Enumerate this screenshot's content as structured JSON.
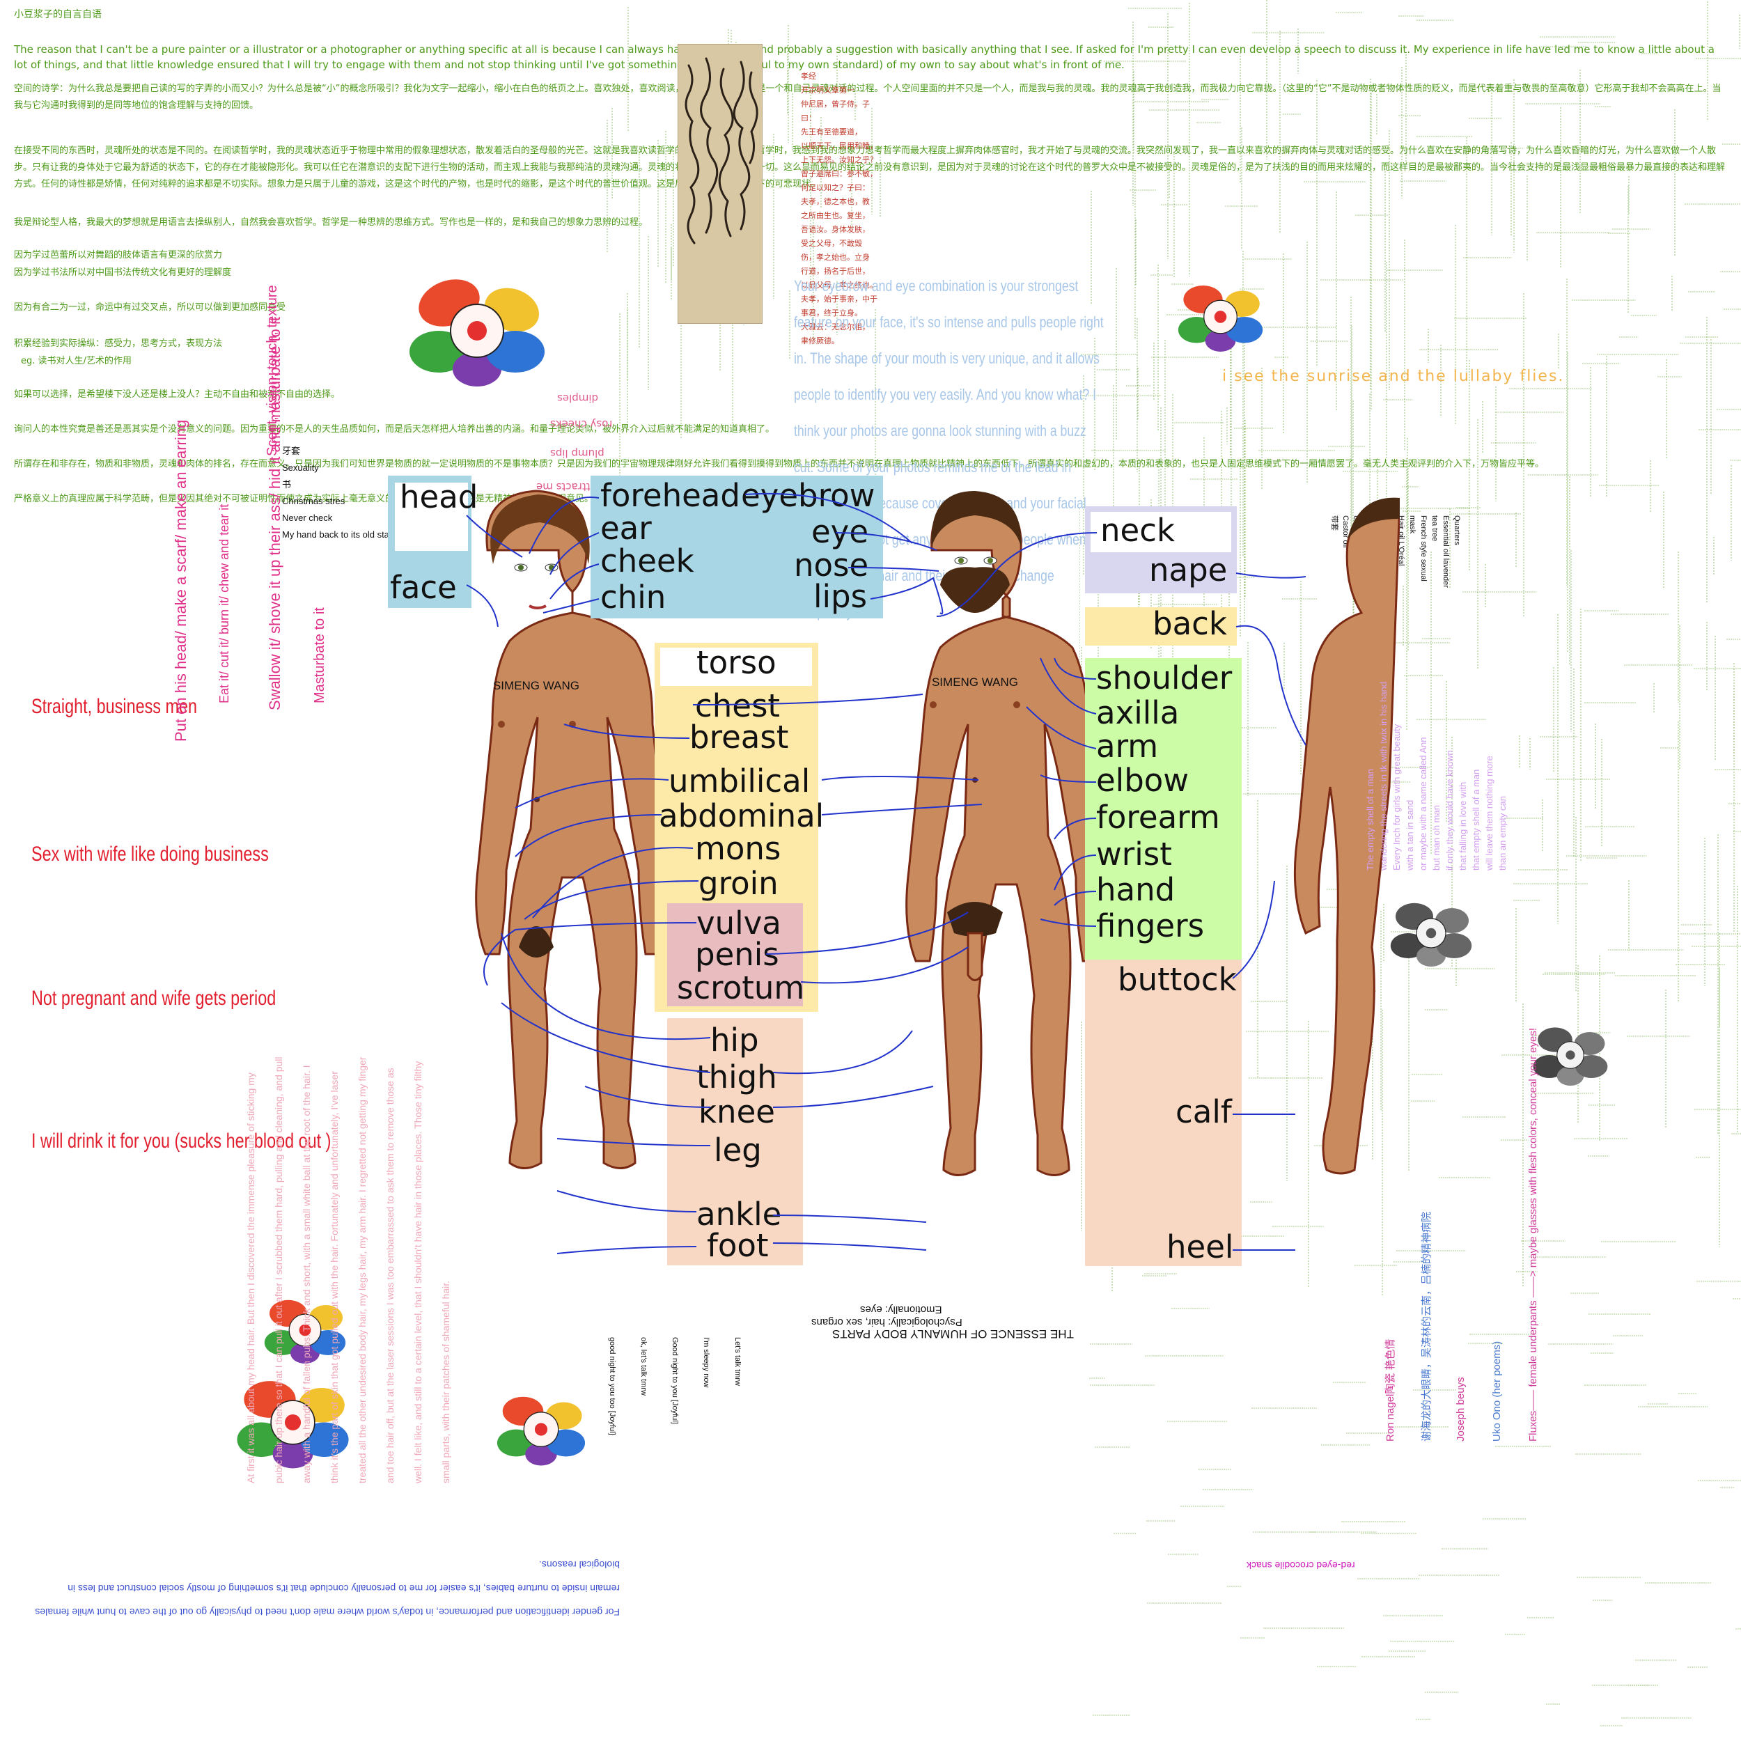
{
  "header": {
    "title": "小豆浆子的自言自语",
    "intro": "The reason that I can't be a pure painter or a illustrator or a photographer or anything specific at all is because I can always have an opinion and probably a suggestion with basically anything that I see. If asked for I'm pretty I can even develop a speech to discuss it. My experience in life have led me to know a little about a lot of things, and that little knowledge ensured that I will try to engage with them and not stop thinking until I've got something (decently useful to my own standard) of my own to say about what's in front of me."
  },
  "essay": {
    "p1": "空间的诗学：为什么我总是要把自己读的写的字弄的小而又小？为什么总是被“小”的概念所吸引？我化为文字一起缩小，缩小在白色的纸页之上。喜欢独处，喜欢阅读，喜欢创作，事实上是一个和自己灵魂对话的过程。个人空间里面的并不只是一个人，而是我与我的灵魂。我的灵魂高于我创造我，而我极力向它靠拢。（这里的“它”不是动物或者物体性质的贬义，而是代表着重与敬畏的至高敬意）它形高于我却不会高高在上。当我与它沟通时我得到的是同等地位的饱含理解与支持的回馈。",
    "p2": "在接受不同的东西时，灵魂所处的状态是不同的。在阅读哲学时，我的灵魂状态近乎于物理中常用的假象理想状态，散发着活白的圣母般的光芒。这就是我喜欢读哲学的原因，当我在阅读哲学时，我感到我的想象力思考哲学而最大程度上摒弃肉体感官时，我才开始了与灵魂的交流。我突然间发现了，我一直以来喜欢的摒弃肉体与灵魂对话的感受。为什么喜欢在安静的角落写诗，为什么喜欢昏暗的灯光，为什么喜欢做一个人散步。只有让我的身体处于它最为舒适的状态下，它的存在才能被隐形化。我可以任它在潜意识的支配下进行生物的活动，而主观上我能与我那纯洁的灵魂沟通。灵魂的状态决定了我喜欢的一切。这么显而易见的结论之前没有意识到，是因为对于灵魂的讨论在这个时代的普罗大众中是不被接受的。灵魂是俗的，是为了扶浅的目的而用来炫耀的，而这样目的是最被鄙夷的。当今社会支持的是最浅显最粗俗最暴力最直接的表达和理解方式。任何的诗性都是矫情，任何对纯粹的追求都是不切实际。想象力是只属于儿童的游戏，这是这个时代的产物，也是时代的缩影，是这个时代的普世价值观。这是后工业社会资本主义下的可悲现状。",
    "p3": "我是辩论型人格，我最大的梦想就是用语言去操纵别人，自然我会喜欢哲学。哲学是一种思辨的思维方式。写作也是一样的，是和我自己的想象力思辨的过程。",
    "l1": "因为学过芭蕾所以对舞蹈的肢体语言有更深的欣赏力",
    "l2": "因为学过书法所以对中国书法传统文化有更好的理解度",
    "l3": "因为有合二为一过，命运中有过交叉点，所以可以做到更加感同身受",
    "l4": "积累经验到实际操纵：感受力，思考方式，表现方法",
    "l5": "eg. 读书对人生/艺术的作用",
    "l6": "如果可以选择，是希望楼下没人还是楼上没人？主动不自由和被动不自由的选择。",
    "l7": "询问人的本性究竟是善还是恶其实是个没有意义的问题。因为重要的不是人的天生品质如何，而是后天怎样把人培养出善的内涵。和量子理论类似，被外界介入过后就不能满足的知道真相了。",
    "l8": "所谓存在和非存在，物质和非物质，灵魂和肉体的排名，存在而意义。只是因为我们可知世界是物质的就一定说明物质的不是事物本质？只是因为我们的宇宙物理规律刚好允许我们看得到摸得到物质上的东西并不说明在真理上物质就比精神上的东西低下。所谓真实的和虚幻的，本质的和表象的，也只是人固定思维模式下的一厢情愿罢了。毫无人类主观评判的介入下，万物皆应平等。",
    "l9": "严格意义上的真理应属于科学范畴，但是又因其绝对不可被证明性而使之成为实际上毫无意义的存在，本质上可以说是无精神性的个人主观意见。"
  },
  "lyric": "i see the sunrise and the lullaby flies.",
  "calligraphy_caption": [
    "孝经",
    "开宗明义章第一",
    "仲尼居，曾子侍。子曰：",
    "先王有至德要道，",
    "以顺天下，民用和睦，",
    "上下无怨。汝知之乎？",
    "曾子避席曰：参不敏，",
    "何足以知之？子曰：",
    "夫孝，德之本也，教",
    "之所由生也。复坐，",
    "吾语汝。身体发肤，",
    "受之父母，不敢毁",
    "伤，孝之始也。立身",
    "行道，扬名于后世，",
    "以显父母，孝之终也。",
    "夫孝，始于事亲，中于",
    "事君，终于立身。",
    "大雅云：无念尔祖，",
    "聿修厥德。"
  ],
  "compliment": "Your eyebrow and eye combination is your strongest feature on your face, it's so intense and pulls people right in. The shape of your mouth is very unique, and it allows people to identify you very easily. And you know what? I think your photos are gonna look stunning with a buzz cut. Some of your photos reminds me of the lead in Prison Break. Because cover your hair and your facial features does not get any weaker. Some people when you cut out the hair and their whole vibe change completely.",
  "center_list": [
    "牙套",
    "Sexuality",
    "书",
    "Christmas stres",
    "Never check",
    "My hand back to its old state with scratches"
  ],
  "things_list": [
    "Quarters",
    "Essential oil lavender tea tree",
    "French style sexual mask",
    "Hair oil L'Oréal",
    "Strawberry lip balm burts bees",
    "Body lotion",
    "Lavender body oil",
    "Castor oil",
    "带套"
  ],
  "face_words": {
    "dimples": "dimples",
    "rosy": "rosy cheeks",
    "plump": "plump lips",
    "attracts": "things that attracts me"
  },
  "labels": {
    "head": "head",
    "face": "face",
    "forehead": "forehead",
    "ear": "ear",
    "cheek": "cheek",
    "chin": "chin",
    "eyebrow": "eyebrow",
    "eye": "eye",
    "nose": "nose",
    "lips": "lips",
    "torso": "torso",
    "chest": "chest",
    "breast": "breast",
    "umbilical": "umbilical",
    "abdominal": "abdominal",
    "mons": "mons",
    "groin": "groin",
    "vulva": "vulva",
    "penis": "penis",
    "scrotum": "scrotum",
    "hip": "hip",
    "thigh": "thigh",
    "knee": "knee",
    "leg": "leg",
    "ankle": "ankle",
    "foot": "foot",
    "neck": "neck",
    "nape": "nape",
    "back": "back",
    "shoulder": "shoulder",
    "axilla": "axilla",
    "arm": "arm",
    "elbow": "elbow",
    "forearm": "forearm",
    "wrist": "wrist",
    "hand": "hand",
    "fingers": "fingers",
    "buttock": "buttock",
    "calf": "calf",
    "heel": "heel"
  },
  "figures": {
    "woman_name": "SIMENG WANG",
    "man_name": "SIMENG WANG"
  },
  "red_notes": [
    "Straight, business men",
    "Sex with wife like doing business",
    "Not pregnant and wife gets period",
    "I will drink it for you (sucks her blood out )"
  ],
  "vertical_notes": {
    "scarf": "Put on his head/ make a scarf/ make an earring",
    "swallow": "Swallow it/ shove it up their ass/ hid it and masturbate to it",
    "eat": "Eat it/ cut it/ burn it/ chew and tear it",
    "masturbate": "Masturbate to it",
    "dimension": "Scent, vision, touch, texture"
  },
  "hair_essay": "At first it was all about my head hair. But then I discovered the immense pleasure of sticking my pubic hair up there so that I can pull it out after I scrubbed them hard, pulling and cleaning, and pull away with a handful of fallen pubs. Thick and short, with a small white ball at the root of the hair. I think it's the part of skin that got pulled out with the hair. Fortunately and unfortunately, I've laser treated all the other undesired body hair, my legs hair, my arm hair. I regretted not getting my finger and toe hair off, but at the laser sessions I was too embarrassed to ask them to remove those as well. I felt like, and still to a certain level, that I shouldn't have hair in those places. Those tiny filthy small parts, with their patches of shameful hair.",
  "pink_poem": [
    "Ron nagel陶瓷 艳色情",
    "谢海龙的大眼睛，吴涛林的云南，吕楠的精神病院",
    "Joseph beuys",
    "Uko Ono (her poems)",
    "Fluxes—— female underpants ——> maybe glasses with flesh colors, conceal your eyes!"
  ],
  "purple_poem": [
    "The empty shell of a man",
    "wandering the streets in tk with twix in his hand",
    "Every Inch for girls with great beauty",
    "with a tan in sand",
    "or maybe with a name called Ann",
    "but man oh man",
    "if only they would have known",
    "that falling in love with",
    "that empty shell of a man",
    "will leave them nothing more",
    "than an empty can"
  ],
  "bottom": {
    "title": "THE ESSENCE OF HUMANLY BODY PARTS",
    "sub1": "Psychologically: hair, sex organs",
    "sub2": "Emotionally: eyes",
    "chat": [
      "Let's talk tmrw",
      "I'm sleepy now",
      "Good night to you [Joyful]",
      "ok, let's talk tmrw",
      "good night to you too [Joyful]"
    ],
    "gender": "For gender identification and performance, in today's world where male don't need to physically go out of the cave to hunt while females remain inside to nurture babies, it's easier for me to personally conclude that it's something of mostly social construct and less in biological reasons.",
    "crocodile": "red-eyed crocodile snack"
  },
  "colors": {
    "green": "#4e9a1a",
    "red": "#e21f2e",
    "skin": "#c98a5e",
    "blue_label": "#a9d6e5",
    "yellow_label": "#fde9a8",
    "green_label": "#ccfca6",
    "purple_label": "#d9d6ef",
    "peach_label": "#f8d8c2",
    "pink_label": "#e9bcc0"
  }
}
